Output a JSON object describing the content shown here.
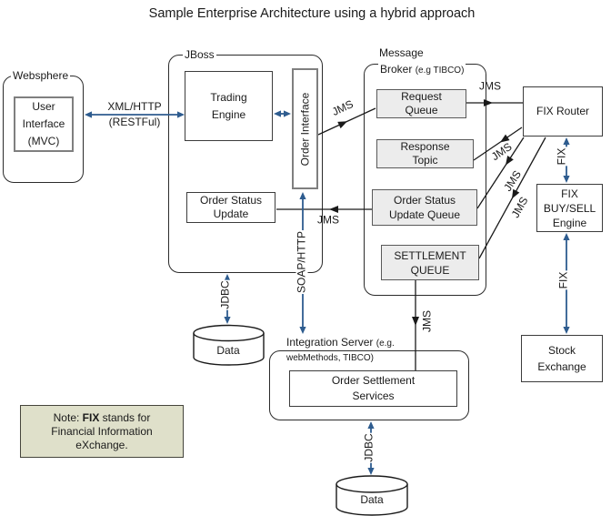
{
  "title": "Sample Enterprise Architecture using a hybrid approach",
  "colors": {
    "arrow_blue": "#2e5c8f",
    "line_black": "#1a1a1a",
    "queue_box_fill": "#ececec",
    "note_bg": "#dfe0ca"
  },
  "containers": {
    "websphere": {
      "label": "Websphere"
    },
    "jboss": {
      "label": "JBoss"
    },
    "message_broker": {
      "label_line1": "Message",
      "label_line2": "Broker",
      "label_line2_small": "(e.g TIBCO)"
    },
    "integration_server": {
      "label": "Integration Server",
      "label_small": "(e.g.",
      "label_line2_small": "webMethods, TIBCO)"
    }
  },
  "nodes": {
    "user_interface": {
      "lines": [
        "User",
        "Interface",
        "(MVC)"
      ]
    },
    "trading_engine": {
      "lines": [
        "Trading",
        "Engine"
      ]
    },
    "order_interface": {
      "label": "Order Interface"
    },
    "order_status_update": {
      "lines": [
        "Order Status",
        "Update"
      ]
    },
    "request_queue": {
      "lines": [
        "Request",
        "Queue"
      ]
    },
    "response_topic": {
      "lines": [
        "Response",
        "Topic"
      ]
    },
    "order_status_update_queue": {
      "lines": [
        "Order Status",
        "Update Queue"
      ]
    },
    "settlement_queue": {
      "lines": [
        "SETTLEMENT",
        "QUEUE"
      ]
    },
    "fix_router": {
      "label": "FIX Router"
    },
    "fix_buysell_engine": {
      "lines": [
        "FIX",
        "BUY/SELL",
        "Engine"
      ]
    },
    "stock_exchange": {
      "lines": [
        "Stock",
        "Exchange"
      ]
    },
    "order_settlement_services": {
      "lines": [
        "Order Settlement",
        "Services"
      ]
    },
    "data_store_jboss": {
      "label": "Data"
    },
    "data_store_integration": {
      "label": "Data"
    }
  },
  "edge_labels": {
    "xml_http_line1": "XML/HTTP",
    "xml_http_line2": "(RESTFul)",
    "jms_orderinterface_requestqueue": "JMS",
    "jms_requestqueue_router": "JMS",
    "jms_router_responsetopic": "JMS",
    "jms_router_orderstatusqueue": "JMS",
    "jms_router_settlementqueue": "JMS",
    "jms_statusqueue_statusupdate": "JMS",
    "jms_settlementqueue_services": "JMS",
    "fix_router_engine": "FIX",
    "fix_engine_exchange": "FIX",
    "soap_http": "SOAP/HTTP",
    "jdbc_jboss_data": "JDBC",
    "jdbc_integration_data": "JDBC"
  },
  "note": {
    "prefix": "Note: ",
    "bold": "FIX",
    "line1_rest": " stands for",
    "line2": "Financial Information",
    "line3": "eXchange."
  }
}
